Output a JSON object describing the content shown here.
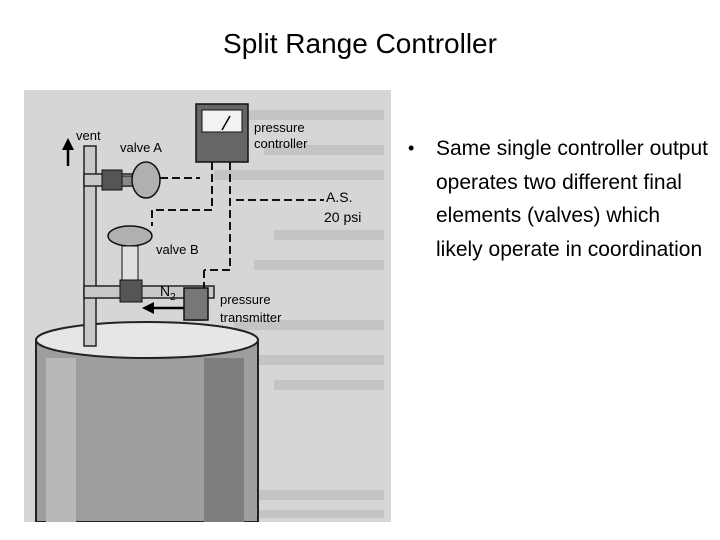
{
  "slide": {
    "title": "Split Range Controller",
    "bullets": [
      "Same  single controller output operates two different final elements (valves) which likely operate in coordination"
    ]
  },
  "figure": {
    "labels": {
      "vent": "vent",
      "valve_a": "valve A",
      "valve_b": "valve B",
      "pressure_controller_line1": "pressure",
      "pressure_controller_line2": "controller",
      "air_supply_line1": "A.S.",
      "air_supply_line2": "20 psi",
      "nitrogen": "N",
      "nitrogen_sub": "2",
      "pressure_transmitter_line1": "pressure",
      "pressure_transmitter_line2": "transmitter"
    }
  }
}
